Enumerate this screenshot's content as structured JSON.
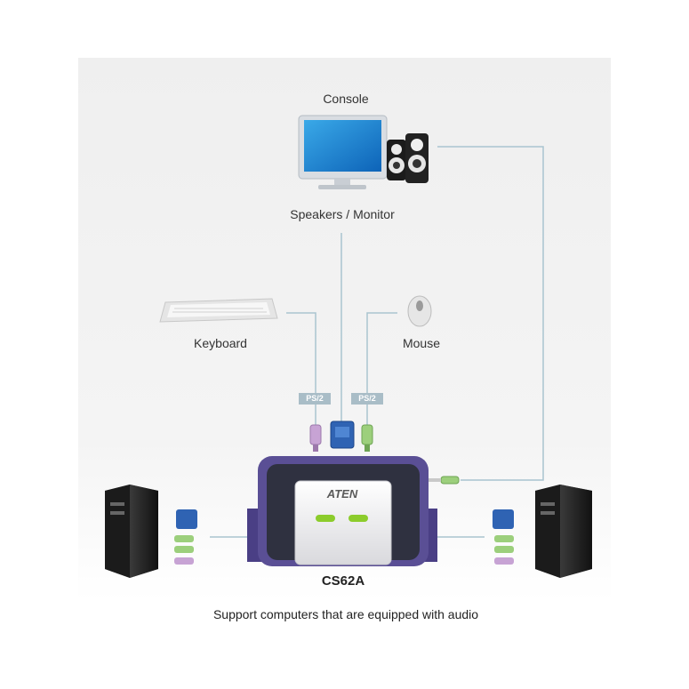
{
  "labels": {
    "console": "Console",
    "speakers_monitor": "Speakers / Monitor",
    "keyboard": "Keyboard",
    "mouse": "Mouse",
    "port_left": "PS/2",
    "port_right": "PS/2",
    "brand": "ATEN",
    "model": "CS62A",
    "caption": "Support computers that are equipped with audio"
  },
  "colors": {
    "cable": "#a9c4cf",
    "switch_body": "#5a4f95",
    "switch_face": "#e8e8ea",
    "led": "#8ccc2c",
    "vga_blue": "#2f63b3",
    "ps2_purple": "#c7a3d4",
    "ps2_green": "#9ccf7c",
    "tower": "#1e1e1e"
  }
}
